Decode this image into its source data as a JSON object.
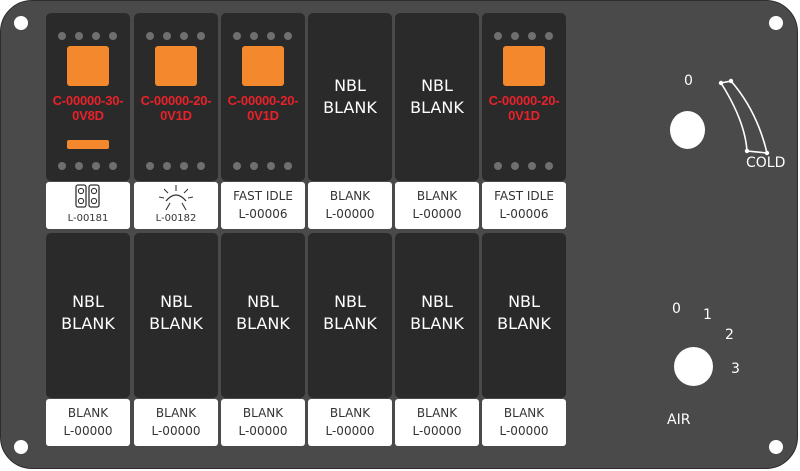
{
  "switches": [
    {
      "lens": "orange",
      "code_line1": "C-00000-30-",
      "code_line2": "0V8D",
      "indicator_bar": true,
      "label_icon": "fuel-filter-icon",
      "label_line2": "L-00181"
    },
    {
      "lens": "orange",
      "code_line1": "C-00000-20-",
      "code_line2": "0V1D",
      "indicator_bar": false,
      "label_icon": "work-light-icon",
      "label_line2": "L-00182"
    },
    {
      "lens": "orange",
      "code_line1": "C-00000-20-",
      "code_line2": "0V1D",
      "indicator_bar": false,
      "label_line1": "FAST IDLE",
      "label_line2": "L-00006"
    },
    {
      "blank_line1": "NBL",
      "blank_line2": "BLANK",
      "label_line1": "BLANK",
      "label_line2": "L-00000"
    },
    {
      "blank_line1": "NBL",
      "blank_line2": "BLANK",
      "label_line1": "BLANK",
      "label_line2": "L-00000"
    },
    {
      "lens": "orange",
      "code_line1": "C-00000-20-",
      "code_line2": "0V1D",
      "indicator_bar": false,
      "label_line1": "FAST IDLE",
      "label_line2": "L-00006"
    }
  ],
  "bottom_switches": [
    {
      "blank_line1": "NBL",
      "blank_line2": "BLANK",
      "label_line1": "BLANK",
      "label_line2": "L-00000"
    },
    {
      "blank_line1": "NBL",
      "blank_line2": "BLANK",
      "label_line1": "BLANK",
      "label_line2": "L-00000"
    },
    {
      "blank_line1": "NBL",
      "blank_line2": "BLANK",
      "label_line1": "BLANK",
      "label_line2": "L-00000"
    },
    {
      "blank_line1": "NBL",
      "blank_line2": "BLANK",
      "label_line1": "BLANK",
      "label_line2": "L-00000"
    },
    {
      "blank_line1": "NBL",
      "blank_line2": "BLANK",
      "label_line1": "BLANK",
      "label_line2": "L-00000"
    },
    {
      "blank_line1": "NBL",
      "blank_line2": "BLANK",
      "label_line1": "BLANK",
      "label_line2": "L-00000"
    }
  ],
  "temperature_knob": {
    "zero": "0",
    "label": "COLD"
  },
  "air_knob": {
    "positions": [
      "0",
      "1",
      "2",
      "3"
    ],
    "label": "AIR"
  },
  "colors": {
    "panel": "#4a4a4a",
    "switch": "#2a2a2a",
    "lens": "#f4882d",
    "code_text": "#e8222a",
    "label_bg": "#ffffff"
  }
}
